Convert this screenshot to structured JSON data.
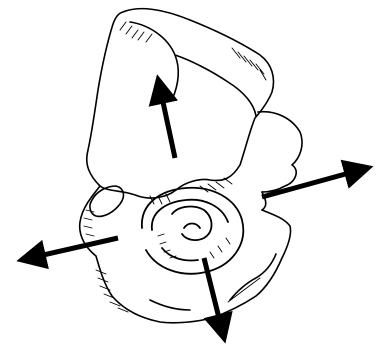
{
  "figure": {
    "subject": "hip-bone-illustration",
    "colors": {
      "background": "#ffffff",
      "ink": "#000000"
    },
    "arrows": [
      {
        "name": "arrow-up",
        "direction": "up"
      },
      {
        "name": "arrow-right",
        "direction": "right-up"
      },
      {
        "name": "arrow-left",
        "direction": "left-down"
      },
      {
        "name": "arrow-down",
        "direction": "down"
      }
    ]
  }
}
